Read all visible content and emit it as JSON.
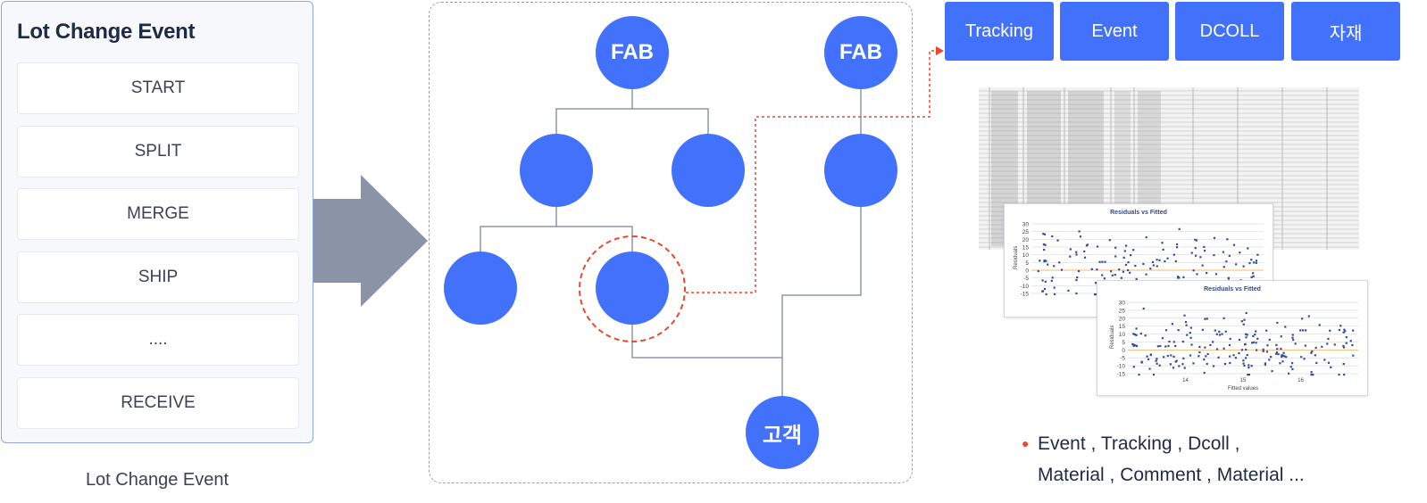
{
  "panel": {
    "title": "Lot Change Event",
    "items": [
      "START",
      "SPLIT",
      "MERGE",
      "SHIP",
      "....",
      "RECEIVE"
    ],
    "caption": "Lot Change Event"
  },
  "nodes": {
    "fab_left": "FAB",
    "fab_right": "FAB",
    "customer": "고객"
  },
  "tabs": [
    "Tracking",
    "Event",
    "DCOLL",
    "자재"
  ],
  "plots": [
    {
      "title": "Residuals vs Fitted",
      "ylabel": "Residuals",
      "yticks": [
        "30",
        "25",
        "20",
        "15",
        "10",
        "5",
        "0",
        "-5",
        "-10",
        "-15"
      ],
      "xlabel": "",
      "xticks": []
    },
    {
      "title": "Residuals vs Fitted",
      "ylabel": "Residuals",
      "yticks": [
        "30",
        "25",
        "20",
        "15",
        "10",
        "5",
        "0",
        "-5",
        "-10",
        "-15"
      ],
      "xlabel": "Fitted values",
      "xticks": [
        "14",
        "15",
        "16"
      ]
    }
  ],
  "bullets": {
    "line1": "Event , Tracking , Dcoll ,",
    "line2": "Material , Comment , Material ..."
  },
  "colors": {
    "node_blue": "#4272fb",
    "accent_red": "#e8492c",
    "arrow_gray": "#8b93a6",
    "wire_gray": "#8d95a6"
  },
  "icons": {
    "big_arrow": "right-arrow-icon"
  }
}
